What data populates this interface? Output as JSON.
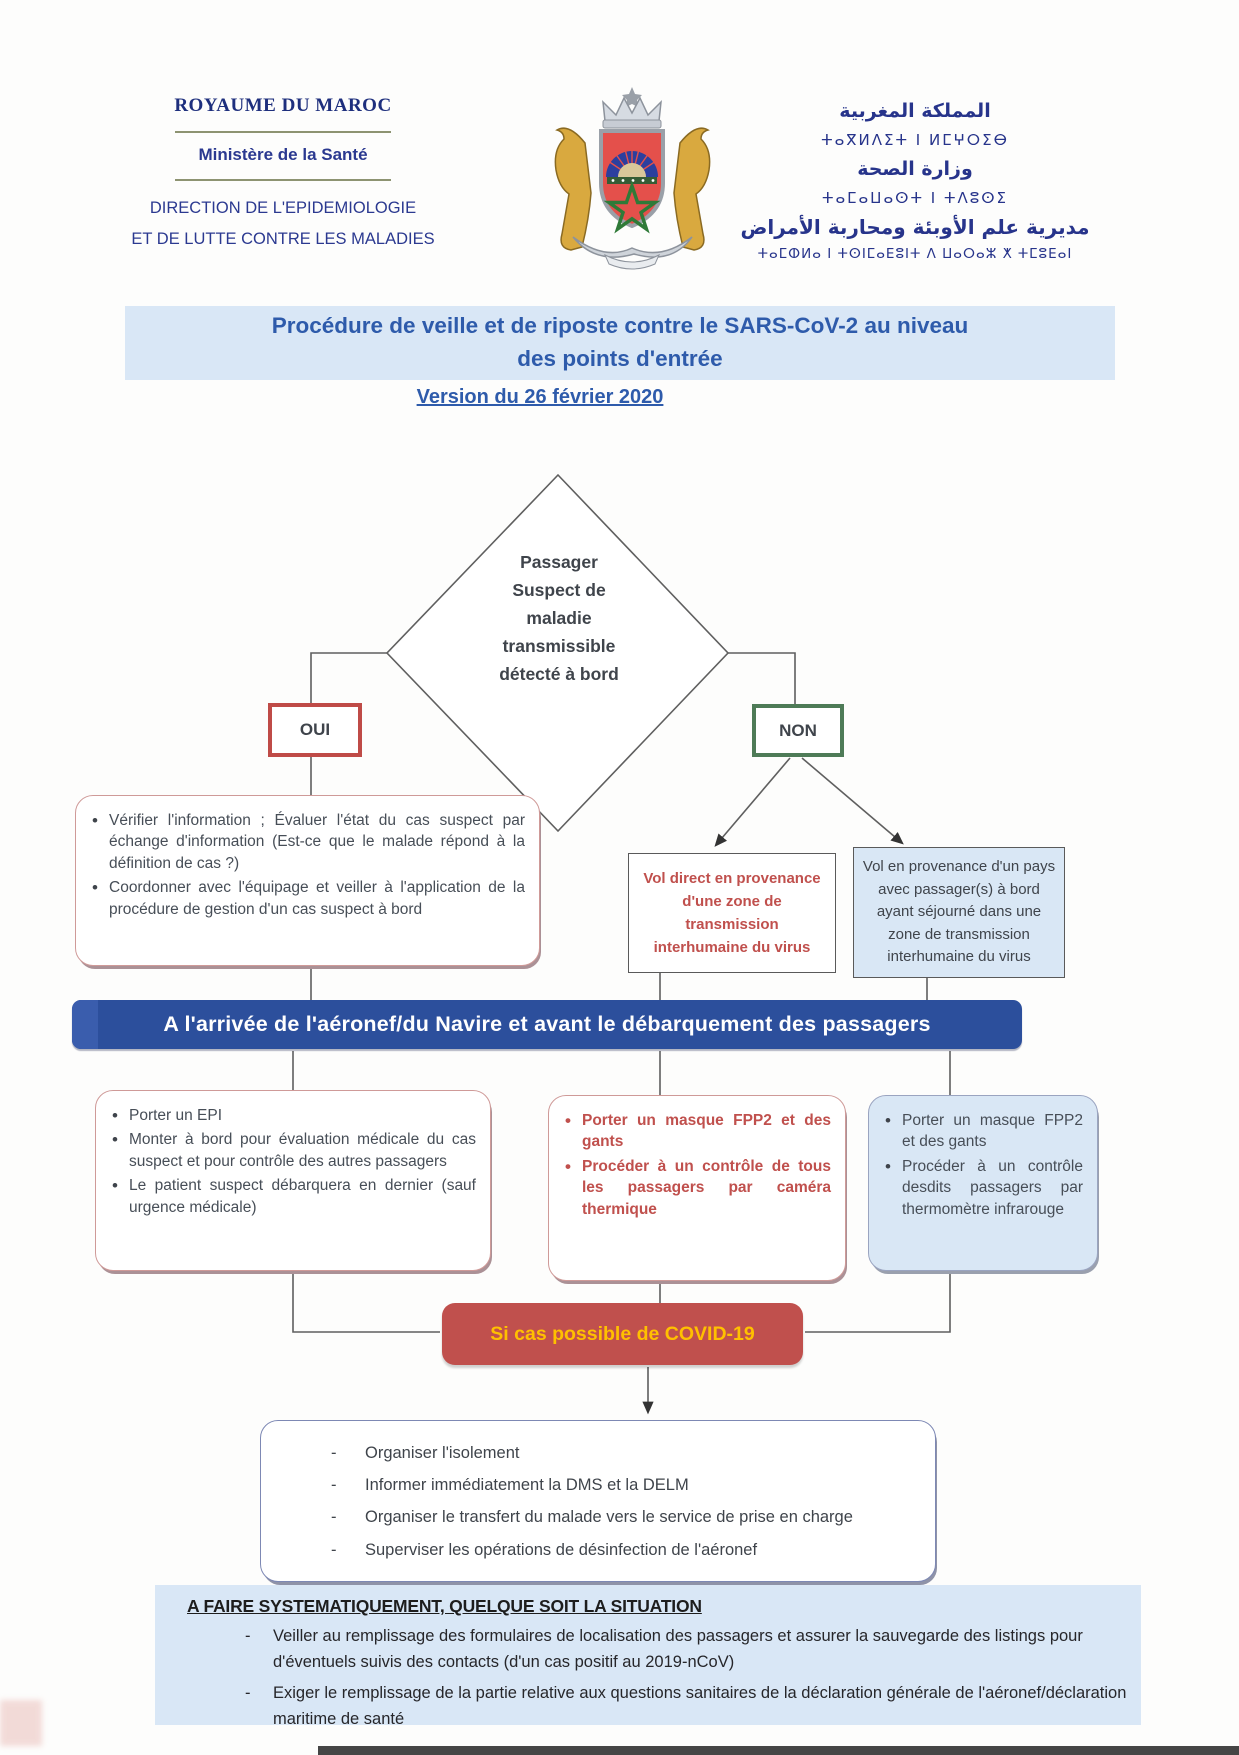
{
  "header": {
    "left": {
      "line1": "ROYAUME DU MAROC",
      "line2": "Ministère de la Santé",
      "line3": "DIRECTION DE L'EPIDEMIOLOGIE",
      "line4": "ET DE LUTTE CONTRE LES MALADIES"
    },
    "right": {
      "arabic1": "المملكة المغربية",
      "tifinagh1": "ⵜⴰⴳⵍⴷⵉⵜ ⵏ ⵍⵎⵖⵔⵉⴱ",
      "arabic2": "وزارة الصحة",
      "tifinagh2": "ⵜⴰⵎⴰⵡⴰⵙⵜ ⵏ ⵜⴷⵓⵙⵉ",
      "arabic3": "مديرية علم الأوبئة ومحاربة الأمراض",
      "tifinagh3": "ⵜⴰⵎⵀⵍⴰ ⵏ ⵜⵙⵏⵎⴰⴹⵓⵏⵜ ⴷ ⵡⴰⵔⴰⵣ ⵅ ⵜⵎⵓⴹⴰⵏ"
    },
    "emblem": "morocco-coat-of-arms"
  },
  "title": {
    "line1": "Procédure de veille et de riposte contre le SARS-CoV-2 au niveau",
    "line2": "des points d'entrée",
    "version": "Version du 26 février 2020"
  },
  "flowchart": {
    "decision_lines": [
      "Passager",
      "Suspect de",
      "maladie",
      "transmissible",
      "détecté à bord"
    ],
    "yes_label": "OUI",
    "no_label": "NON",
    "yes_box_items": [
      "Vérifier l'information ; Évaluer l'état du cas suspect par échange d'information (Est-ce que le malade répond à la définition de cas ?)",
      "Coordonner avec l'équipage et veiller à l'application de la procédure de gestion d'un cas suspect à bord"
    ],
    "no_left_box": "Vol direct en provenance d'une zone de transmission interhumaine du virus",
    "no_right_box": "Vol en provenance d'un pays avec passager(s) à bord ayant séjourné dans une zone de transmission interhumaine du virus",
    "banner": "A l'arrivée de l'aéronef/du Navire et avant le débarquement des passagers",
    "left_box_items": [
      "Porter un EPI",
      "Monter à bord pour évaluation médicale du cas suspect et pour contrôle des autres passagers",
      "Le patient suspect débarquera en dernier (sauf urgence médicale)"
    ],
    "middle_box_items": [
      "Porter un masque FPP2 et des gants",
      "Procéder à un contrôle de tous les passagers par caméra thermique"
    ],
    "right_box_items": [
      "Porter un masque FPP2 et des gants",
      "Procéder à un contrôle desdits passagers par thermomètre infrarouge"
    ],
    "covid_box": "Si cas possible de COVID-19",
    "actions_items": [
      "Organiser l'isolement",
      "Informer immédiatement la DMS et la DELM",
      "Organiser le transfert du malade vers le service de prise en charge",
      "Superviser les opérations de désinfection de l'aéronef"
    ]
  },
  "footer": {
    "heading": "A FAIRE SYSTEMATIQUEMENT, QUELQUE SOIT LA SITUATION",
    "items": [
      "Veiller au remplissage des formulaires de localisation des passagers et assurer la sauvegarde des listings pour d'éventuels suivis des contacts (d'un cas positif au 2019-nCoV)",
      "Exiger le remplissage de la partie relative aux questions sanitaires de la déclaration générale de l'aéronef/déclaration maritime de santé"
    ]
  },
  "colors": {
    "banner_blue": "#2c4f9c",
    "title_blue": "#2e5bab",
    "band_light_blue": "#d9e7f6",
    "box_light_blue": "#d9e7f5",
    "alert_red": "#c0504d",
    "oui_border_red": "#bf4b47",
    "non_border_green": "#4e7b57",
    "covid_text_gold": "#ffc000",
    "header_blue": "#2b3990"
  }
}
